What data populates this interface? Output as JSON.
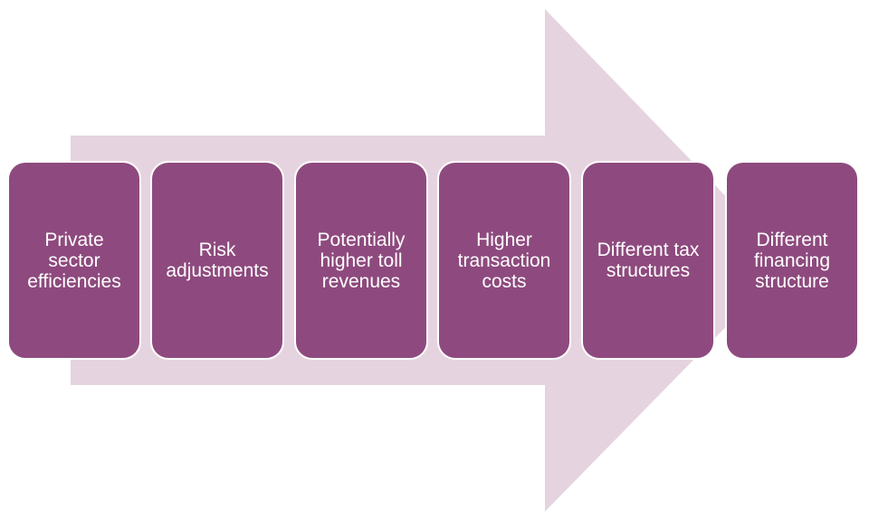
{
  "colors": {
    "arrow_fill": "#e5d4e0",
    "box_fill": "#8e4a7e",
    "box_border": "#ffffff",
    "box_text": "#ffffff"
  },
  "steps": [
    {
      "label": "Private sector efficiencies"
    },
    {
      "label": "Risk adjustments"
    },
    {
      "label": "Potentially higher toll revenues"
    },
    {
      "label": "Higher transaction costs"
    },
    {
      "label": "Different tax structures"
    },
    {
      "label": "Different financing structure"
    }
  ]
}
